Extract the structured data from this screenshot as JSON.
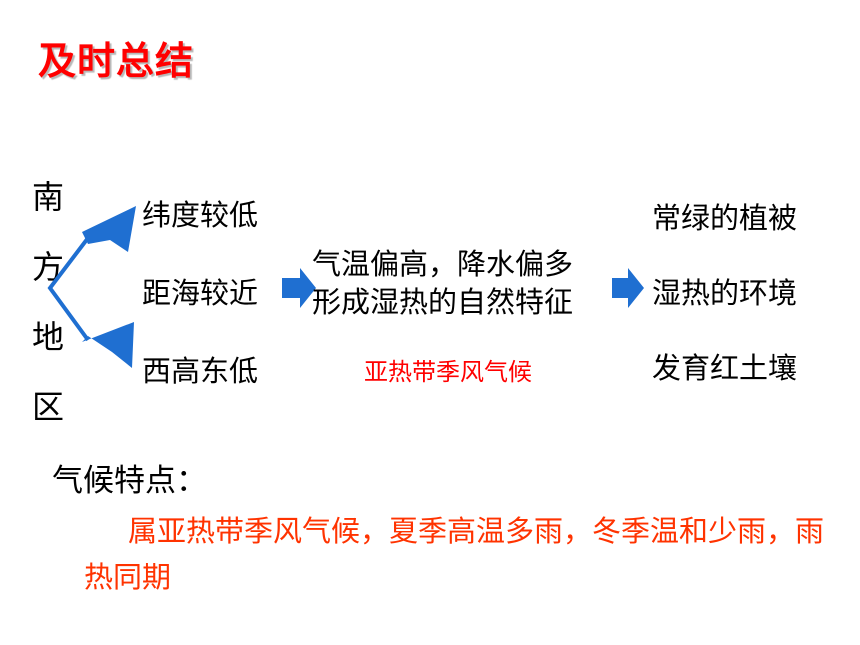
{
  "title": "及时总结",
  "region": [
    "南",
    "方",
    "地",
    "区"
  ],
  "factors": [
    "纬度较低",
    "距海较近",
    "西高东低"
  ],
  "climate": {
    "line1": "气温偏高，降水偏多",
    "line2": "形成湿热的自然特征",
    "type": "亚热带季风气候"
  },
  "results": [
    "常绿的植被",
    "湿热的环境",
    "发育红土壤"
  ],
  "feature": {
    "label": "气候特点：",
    "text": "属亚热带季风气候，夏季高温多雨，冬季温和少雨，雨热同期"
  },
  "colors": {
    "title": "#ff0000",
    "arrow": "#1f6fd1",
    "highlight": "#ff0000",
    "feature_text": "#ff3300"
  }
}
